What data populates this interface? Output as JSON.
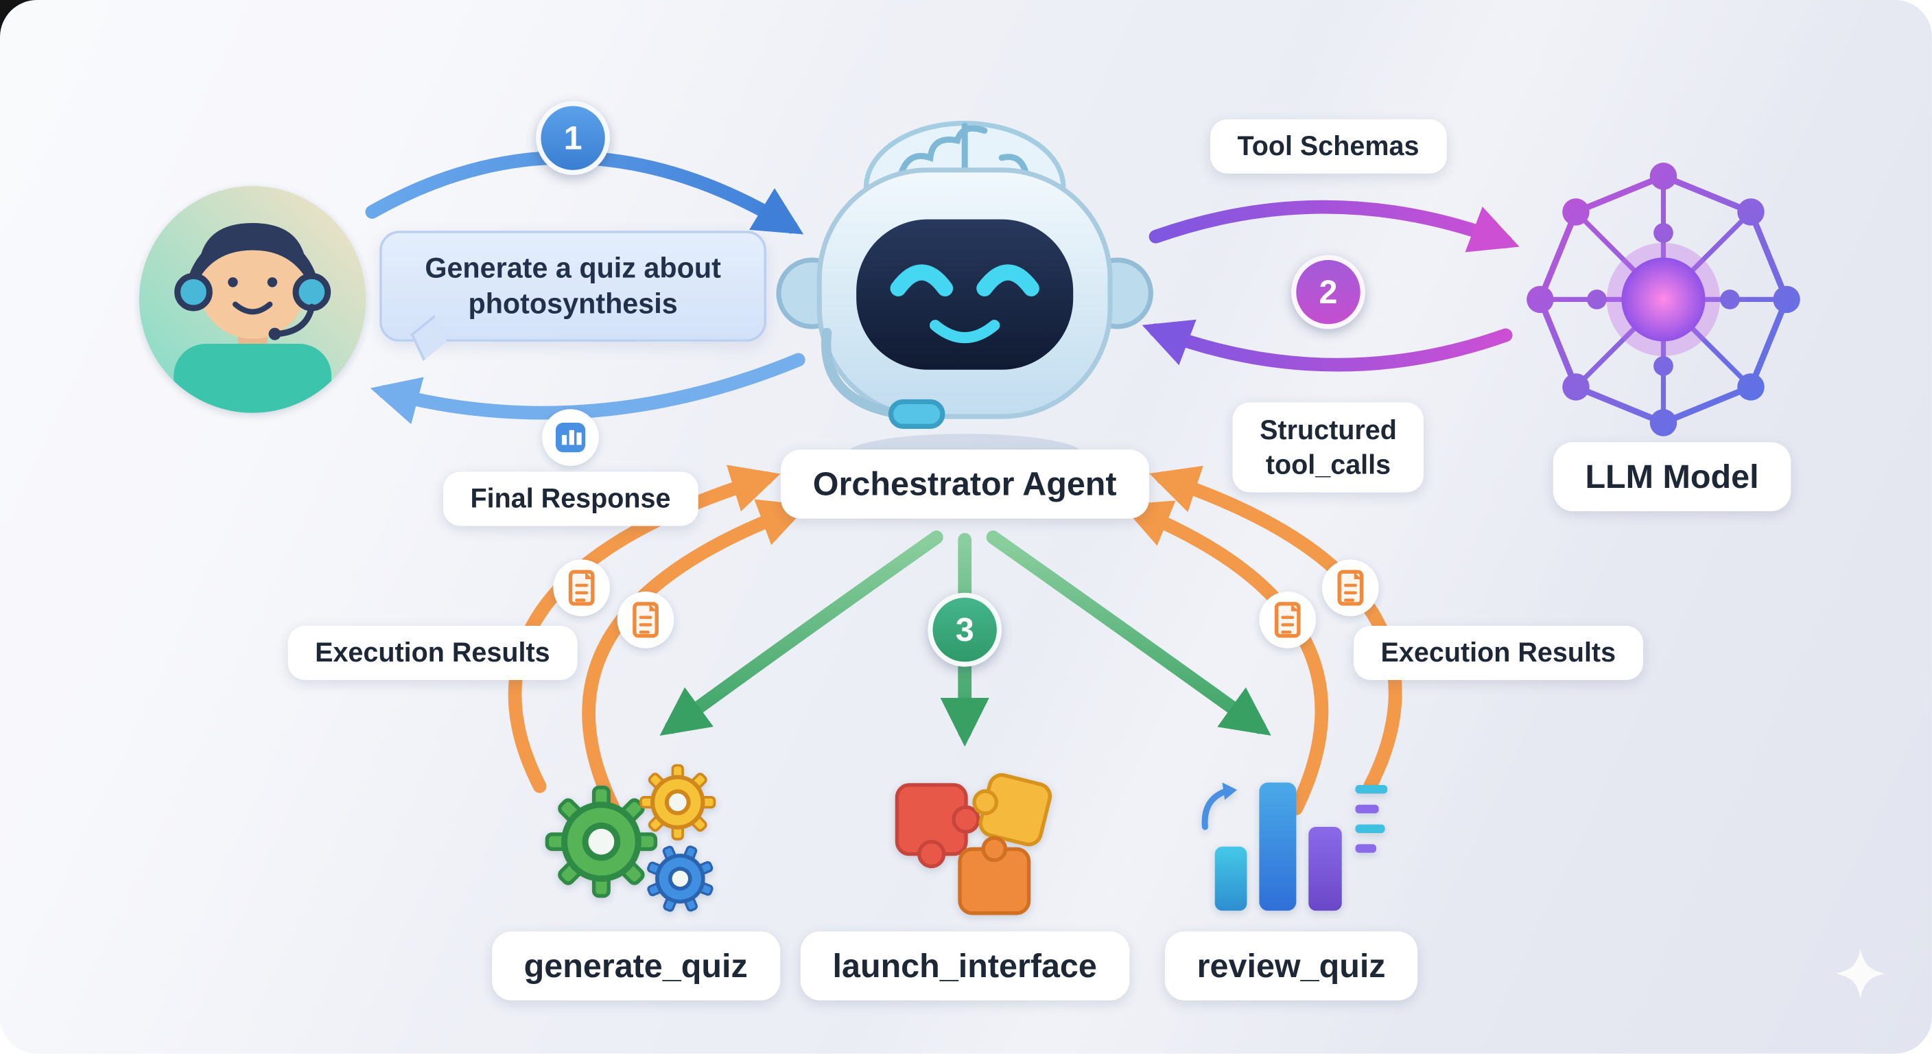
{
  "bubble": {
    "text": "Generate a quiz about photosynthesis"
  },
  "pills": {
    "tool_schemas": "Tool Schemas",
    "structured_tool_calls": "Structured\ntool_calls",
    "final_response": "Final Response",
    "orchestrator": "Orchestrator Agent",
    "llm_model": "LLM Model",
    "execution_results_left": "Execution Results",
    "execution_results_right": "Execution Results"
  },
  "steps": {
    "one": "1",
    "two": "2",
    "three": "3"
  },
  "tools": [
    {
      "label": "generate_quiz"
    },
    {
      "label": "launch_interface"
    },
    {
      "label": "review_quiz"
    }
  ],
  "icons": {
    "user": "user-headset-avatar",
    "orchestrator": "robot-agent",
    "llm": "neural-network",
    "generate_quiz": "gears",
    "launch_interface": "puzzle-pieces",
    "review_quiz": "bar-chart",
    "execution_result": "document",
    "final_response": "chart-document",
    "sparkle": "sparkle"
  },
  "colors": {
    "request_arrow": "#4a8fe0",
    "response_arrow": "#74aeec",
    "schema_arrow_start": "#7e57e0",
    "schema_arrow_end": "#cc4fd4",
    "dispatch_arrow": "#3aa065",
    "result_arrow": "#f3994a",
    "step_badge_1": "#4a8fe0",
    "step_badge_2": "#a94fd4",
    "step_badge_3": "#3aa884",
    "pill_text": "#1d2736"
  }
}
